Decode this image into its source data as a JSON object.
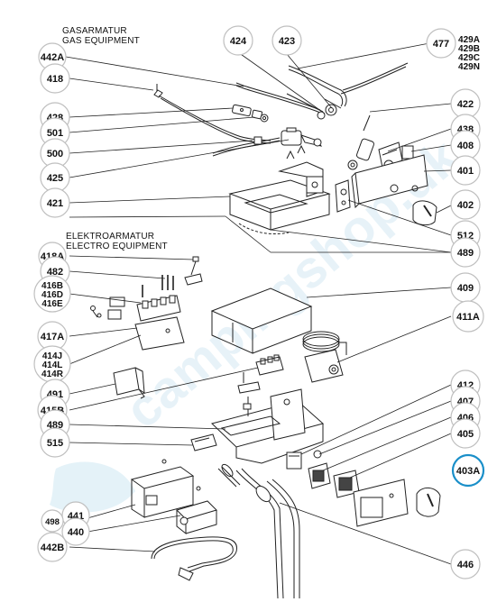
{
  "sections": {
    "gas_title": "GASARMATUR",
    "gas_subtitle": "GAS EQUIPMENT",
    "electro_title": "ELEKTROARMATUR",
    "electro_subtitle": "ELECTRO EQUIPMENT"
  },
  "watermark": "campingshop.dk",
  "highlight_color": "#1a8fc9",
  "callouts": [
    {
      "id": "c442a",
      "label": "442A"
    },
    {
      "id": "c418",
      "label": "418"
    },
    {
      "id": "c428",
      "label": "428"
    },
    {
      "id": "c501",
      "label": "501"
    },
    {
      "id": "c500",
      "label": "500"
    },
    {
      "id": "c425",
      "label": "425"
    },
    {
      "id": "c421",
      "label": "421"
    },
    {
      "id": "c424",
      "label": "424"
    },
    {
      "id": "c423",
      "label": "423"
    },
    {
      "id": "c477",
      "label": "477"
    },
    {
      "id": "c422",
      "label": "422"
    },
    {
      "id": "c438",
      "label": "438"
    },
    {
      "id": "c408",
      "label": "408"
    },
    {
      "id": "c401",
      "label": "401"
    },
    {
      "id": "c402",
      "label": "402"
    },
    {
      "id": "c512",
      "label": "512"
    },
    {
      "id": "c489a",
      "label": "489"
    },
    {
      "id": "c418a",
      "label": "418A"
    },
    {
      "id": "c482",
      "label": "482"
    },
    {
      "id": "c416",
      "label": "416B\n416D\n416E"
    },
    {
      "id": "c417a",
      "label": "417A"
    },
    {
      "id": "c414",
      "label": "414J\n414L\n414R"
    },
    {
      "id": "c491",
      "label": "491"
    },
    {
      "id": "c415b",
      "label": "415B"
    },
    {
      "id": "c489b",
      "label": "489"
    },
    {
      "id": "c515",
      "label": "515"
    },
    {
      "id": "c409",
      "label": "409"
    },
    {
      "id": "c411a",
      "label": "411A"
    },
    {
      "id": "c412",
      "label": "412"
    },
    {
      "id": "c407",
      "label": "407"
    },
    {
      "id": "c406",
      "label": "406"
    },
    {
      "id": "c405",
      "label": "405"
    },
    {
      "id": "c403a",
      "label": "403A"
    },
    {
      "id": "c441",
      "label": "441"
    },
    {
      "id": "c498",
      "label": "498"
    },
    {
      "id": "c440",
      "label": "440"
    },
    {
      "id": "c442b",
      "label": "442B"
    },
    {
      "id": "c446",
      "label": "446"
    },
    {
      "id": "c429",
      "label": "429A\n429B\n429C\n429N"
    }
  ]
}
